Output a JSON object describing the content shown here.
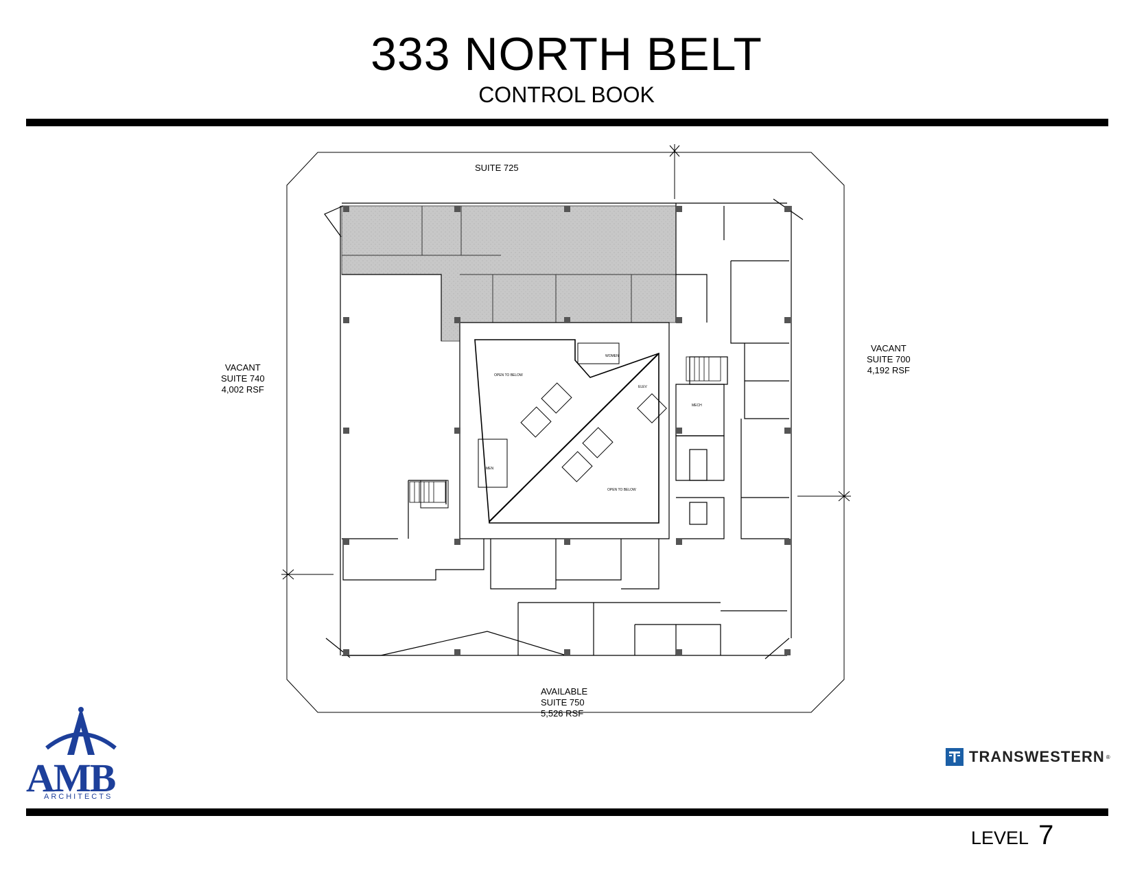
{
  "header": {
    "title": "333 NORTH BELT",
    "subtitle": "CONTROL BOOK"
  },
  "plan": {
    "north_label": "SUITE 725",
    "west": {
      "status": "VACANT",
      "suite": "SUITE 740",
      "area": "4,002 RSF"
    },
    "east": {
      "status": "VACANT",
      "suite": "SUITE 700",
      "area": "4,192 RSF"
    },
    "south": {
      "status": "AVAILABLE",
      "suite": "SUITE 750",
      "area": "5,526 RSF"
    },
    "core": {
      "open_label_1": "OPEN TO BELOW",
      "open_label_2": "OPEN TO BELOW",
      "women": "WOMEN",
      "men": "MEN",
      "mech": "MECH",
      "elev": "ELEV"
    },
    "highlight_color": "#c8c8c8"
  },
  "footer": {
    "level_label": "LEVEL",
    "level_number": "7",
    "architect_logo": "AMB",
    "architect_sub": "ARCHITECTS",
    "broker_logo": "TRANSWESTERN",
    "broker_reg": "®",
    "architect_color": "#1d3f9a",
    "broker_color": "#1b5fa6"
  }
}
